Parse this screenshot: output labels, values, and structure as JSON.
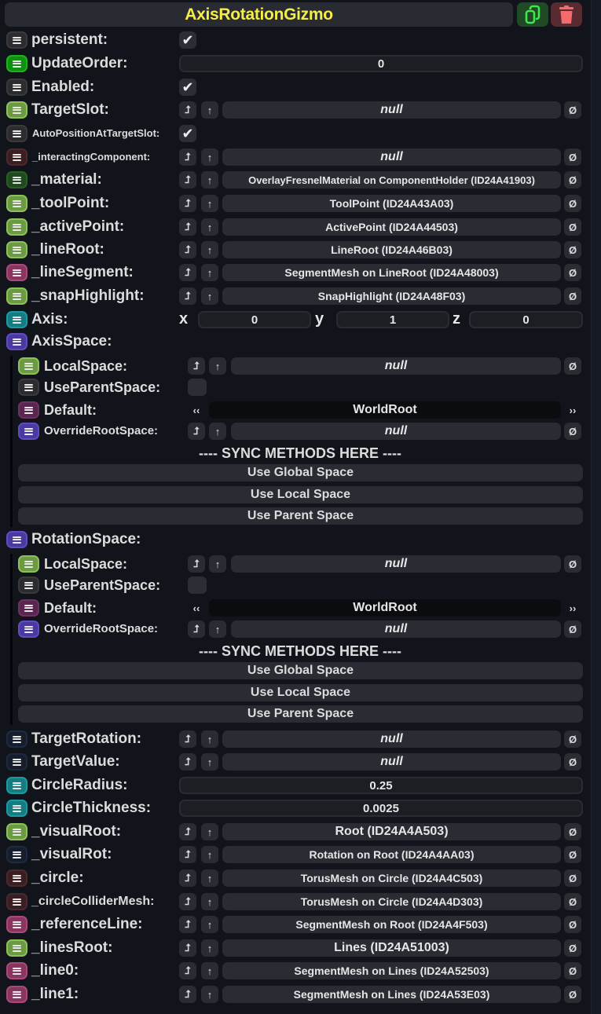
{
  "header": {
    "title": "AxisRotationGizmo",
    "duplicate_icon": "duplicate-icon",
    "delete_icon": "trash-icon",
    "colors": {
      "title": "#f5ee4a",
      "duplicate_bg": "#1f4a25",
      "duplicate_fg": "#3ee84a",
      "delete_bg": "#5a2a31",
      "delete_fg": "#f56b6b"
    }
  },
  "fields": {
    "persistent": {
      "label": "persistent:",
      "checked": true
    },
    "update_order": {
      "label": "UpdateOrder:",
      "value": "0"
    },
    "enabled": {
      "label": "Enabled:",
      "checked": true
    },
    "target_slot": {
      "label": "TargetSlot:",
      "value": "null"
    },
    "auto_position": {
      "label": "AutoPositionAtTargetSlot:",
      "checked": true
    },
    "interacting_component": {
      "label": "_interactingComponent:",
      "value": "null"
    },
    "material": {
      "label": "_material:",
      "value": "OverlayFresnelMaterial on ComponentHolder (ID24A41903)"
    },
    "tool_point": {
      "label": "_toolPoint:",
      "value": "ToolPoint (ID24A43A03)"
    },
    "active_point": {
      "label": "_activePoint:",
      "value": "ActivePoint (ID24A44503)"
    },
    "line_root": {
      "label": "_lineRoot:",
      "value": "LineRoot (ID24A46B03)"
    },
    "line_segment": {
      "label": "_lineSegment:",
      "value": "SegmentMesh on LineRoot (ID24A48003)"
    },
    "snap_highlight": {
      "label": "_snapHighlight:",
      "value": "SnapHighlight (ID24A48F03)"
    },
    "axis": {
      "label": "Axis:",
      "x_label": "x",
      "y_label": "y",
      "z_label": "z",
      "x": "0",
      "y": "1",
      "z": "0"
    },
    "axis_space": {
      "label": "AxisSpace:",
      "local_space": {
        "label": "LocalSpace:",
        "value": "null"
      },
      "use_parent_space": {
        "label": "UseParentSpace:",
        "checked": false
      },
      "default": {
        "label": "Default:",
        "value": "WorldRoot",
        "prev": "‹‹",
        "next": "››"
      },
      "override_root_space": {
        "label": "OverrideRootSpace:",
        "value": "null"
      },
      "sync_title": "---- SYNC METHODS HERE ----",
      "buttons": [
        "Use Global Space",
        "Use Local Space",
        "Use Parent Space"
      ]
    },
    "rotation_space": {
      "label": "RotationSpace:",
      "local_space": {
        "label": "LocalSpace:",
        "value": "null"
      },
      "use_parent_space": {
        "label": "UseParentSpace:",
        "checked": false
      },
      "default": {
        "label": "Default:",
        "value": "WorldRoot",
        "prev": "‹‹",
        "next": "››"
      },
      "override_root_space": {
        "label": "OverrideRootSpace:",
        "value": "null"
      },
      "sync_title": "---- SYNC METHODS HERE ----",
      "buttons": [
        "Use Global Space",
        "Use Local Space",
        "Use Parent Space"
      ]
    },
    "target_rotation": {
      "label": "TargetRotation:",
      "value": "null"
    },
    "target_value": {
      "label": "TargetValue:",
      "value": "null"
    },
    "circle_radius": {
      "label": "CircleRadius:",
      "value": "0.25"
    },
    "circle_thickness": {
      "label": "CircleThickness:",
      "value": "0.0025"
    },
    "visual_root": {
      "label": "_visualRoot:",
      "value": "Root (ID24A4A503)"
    },
    "visual_rot": {
      "label": "_visualRot:",
      "value": "Rotation on Root (ID24A4AA03)"
    },
    "circle": {
      "label": "_circle:",
      "value": "TorusMesh on Circle (ID24A4C503)"
    },
    "circle_collider_mesh": {
      "label": "_circleColliderMesh:",
      "value": "TorusMesh on Circle (ID24A4D303)"
    },
    "reference_line": {
      "label": "_referenceLine:",
      "value": "SegmentMesh on Root (ID24A4F503)"
    },
    "lines_root": {
      "label": "_linesRoot:",
      "value": "Lines (ID24A51003)"
    },
    "line0": {
      "label": "_line0:",
      "value": "SegmentMesh on Lines (ID24A52503)"
    },
    "line1": {
      "label": "_line1:",
      "value": "SegmentMesh on Lines (ID24A53E03)"
    }
  },
  "icons": {
    "drive": "⮥",
    "jump": "↑",
    "clear": "Ø",
    "check": "✔"
  }
}
